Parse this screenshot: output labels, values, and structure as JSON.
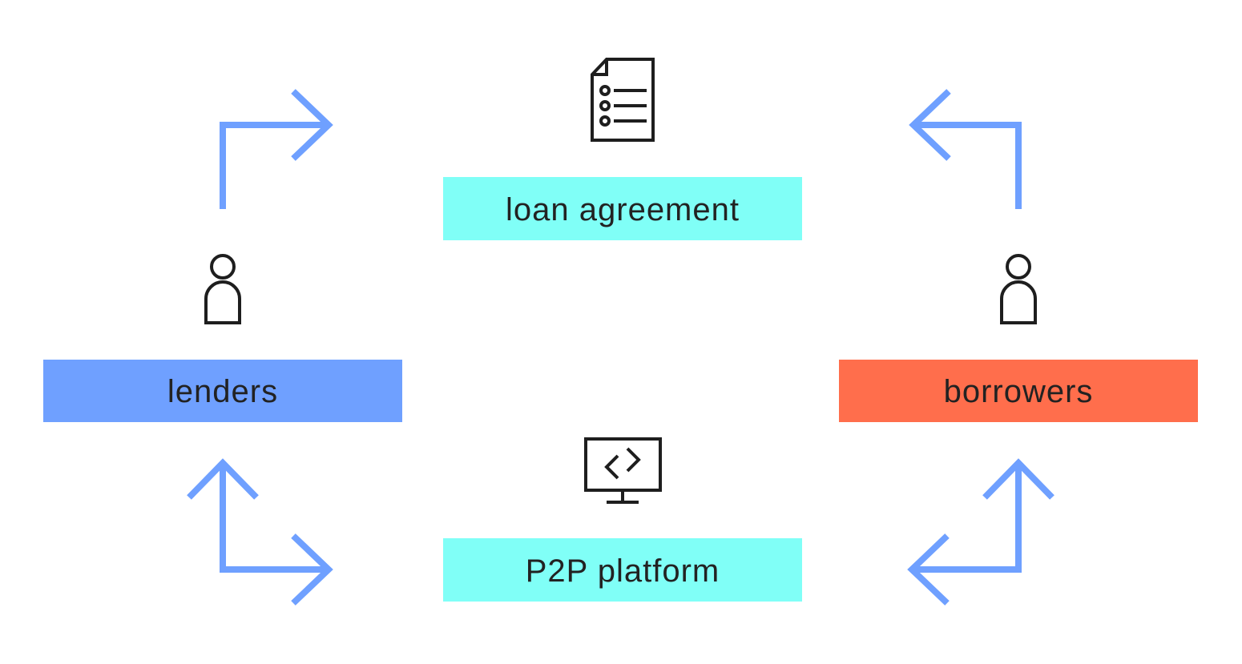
{
  "nodes": {
    "loan_agreement": {
      "label": "loan agreement",
      "color": "#80fff7",
      "icon": "document-list-icon"
    },
    "lenders": {
      "label": "lenders",
      "color": "#6fa0ff",
      "icon": "person-icon"
    },
    "borrowers": {
      "label": "borrowers",
      "color": "#ff6e4c",
      "icon": "person-icon"
    },
    "p2p_platform": {
      "label": "P2P platform",
      "color": "#80fff7",
      "icon": "monitor-code-icon"
    }
  },
  "colors": {
    "arrow": "#6fa0ff",
    "icon": "#1e1e1e",
    "text": "#222222"
  },
  "edges": [
    {
      "from": "lenders",
      "to": "loan_agreement",
      "style": "one-way"
    },
    {
      "from": "borrowers",
      "to": "loan_agreement",
      "style": "one-way"
    },
    {
      "from": "lenders",
      "to": "p2p_platform",
      "style": "two-way"
    },
    {
      "from": "borrowers",
      "to": "p2p_platform",
      "style": "two-way"
    }
  ]
}
